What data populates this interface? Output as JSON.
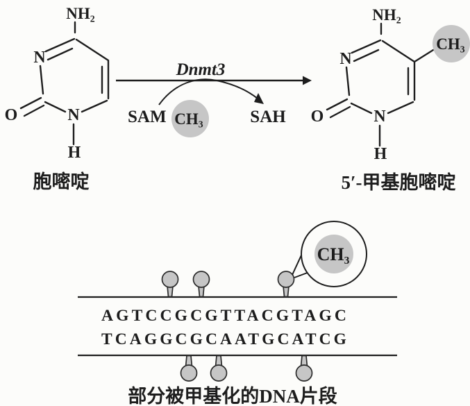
{
  "colors": {
    "ink": "#1d1d1d",
    "methyl_gray": "#c6c6c6",
    "paper": "#fcfcfa"
  },
  "reaction": {
    "enzyme_label": "Dnmt3",
    "sam_label": "SAM",
    "sah_label": "SAH",
    "methyl_label": "CH₃"
  },
  "cytosine": {
    "name": "胞嘧啶",
    "amine_label": "NH₂",
    "n_top_label": "N",
    "n_bottom_label": "N",
    "oxygen_label": "O",
    "hydrogen_label": "H"
  },
  "methylcytosine": {
    "name": "5′-甲基胞嘧啶",
    "amine_label": "NH₂",
    "n_top_label": "N",
    "n_bottom_label": "N",
    "oxygen_label": "O",
    "hydrogen_label": "H",
    "methyl_label": "CH₃"
  },
  "dna": {
    "top_strand": "AGTCCGCGTTACGTAGC",
    "bottom_strand": "TCAGGCGCAATGCATCG",
    "callout_methyl_label": "CH₃",
    "caption": "部分被甲基化的DNA片段",
    "methyl_marks_top_count": 3,
    "methyl_marks_bottom_count": 3
  }
}
